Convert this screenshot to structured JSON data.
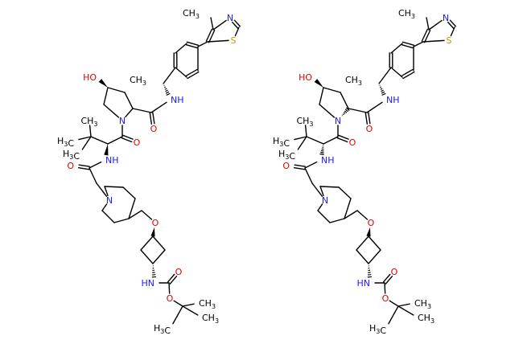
{
  "colors": {
    "carbon": "#000000",
    "nitrogen": "#1a1aff",
    "oxygen": "#e00000",
    "sulfur": "#b8a000"
  },
  "molecules": [
    {
      "atoms": {
        "me_thz": "CH3",
        "n_thz": "N",
        "s_thz": "S",
        "ho": "HO",
        "me_eth": "CH3",
        "nh_amide": "NH",
        "o_amide": "O",
        "n_pro": "N",
        "o_tleu": "O",
        "tbu_ch3_a": "CH3",
        "tbu_ch3_b": "H3C",
        "tbu_ch3_c": "H3C",
        "nh_tleu": "NH",
        "o_acetyl": "O",
        "n_pip": "N",
        "o_ether": "O",
        "nh_carb": "HN",
        "o_carb1": "O",
        "o_carb2": "O",
        "boc_ch3_a": "CH3",
        "boc_ch3_b": "CH3",
        "boc_ch3_c": "H3C"
      }
    },
    {
      "atoms": {
        "me_thz": "CH3",
        "n_thz": "N",
        "s_thz": "S",
        "ho": "HO",
        "me_eth": "CH3",
        "nh_amide": "NH",
        "o_amide": "O",
        "n_pro": "N",
        "o_tleu": "O",
        "tbu_ch3_a": "CH3",
        "tbu_ch3_b": "H3C",
        "tbu_ch3_c": "H3C",
        "nh_tleu": "NH",
        "o_acetyl": "O",
        "n_pip": "N",
        "o_ether": "O",
        "nh_carb": "HN",
        "o_carb1": "O",
        "o_carb2": "O",
        "boc_ch3_a": "CH3",
        "boc_ch3_b": "CH3",
        "boc_ch3_c": "H3C"
      }
    }
  ]
}
